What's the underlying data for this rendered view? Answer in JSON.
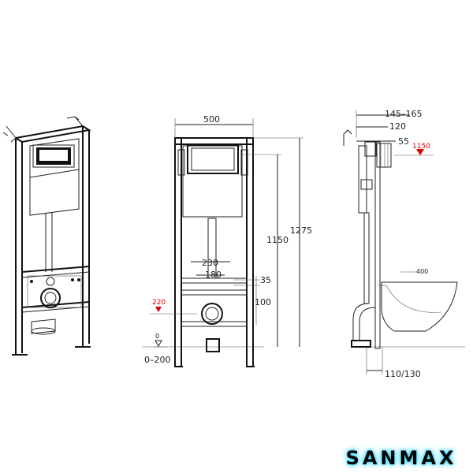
{
  "dimensions": {
    "front_width": "500",
    "front_height_total": "1275",
    "front_height_plate": "1150",
    "front_spacing_230": "230",
    "front_spacing_180": "180",
    "front_offset_35": "35",
    "front_height_100": "100",
    "front_level_220": "220",
    "front_level_0": "0",
    "floor_range": "0–200",
    "side_depth_range": "145–165",
    "side_depth_120": "120",
    "side_depth_55": "55",
    "side_level_1150": "1150",
    "side_bottom_range": "110/130",
    "bowl_height": "400"
  },
  "colors": {
    "line": "#222222",
    "marker": "#d00000",
    "brand_glow": "#3fe8ff"
  },
  "brand": {
    "name": "SANMAX"
  }
}
